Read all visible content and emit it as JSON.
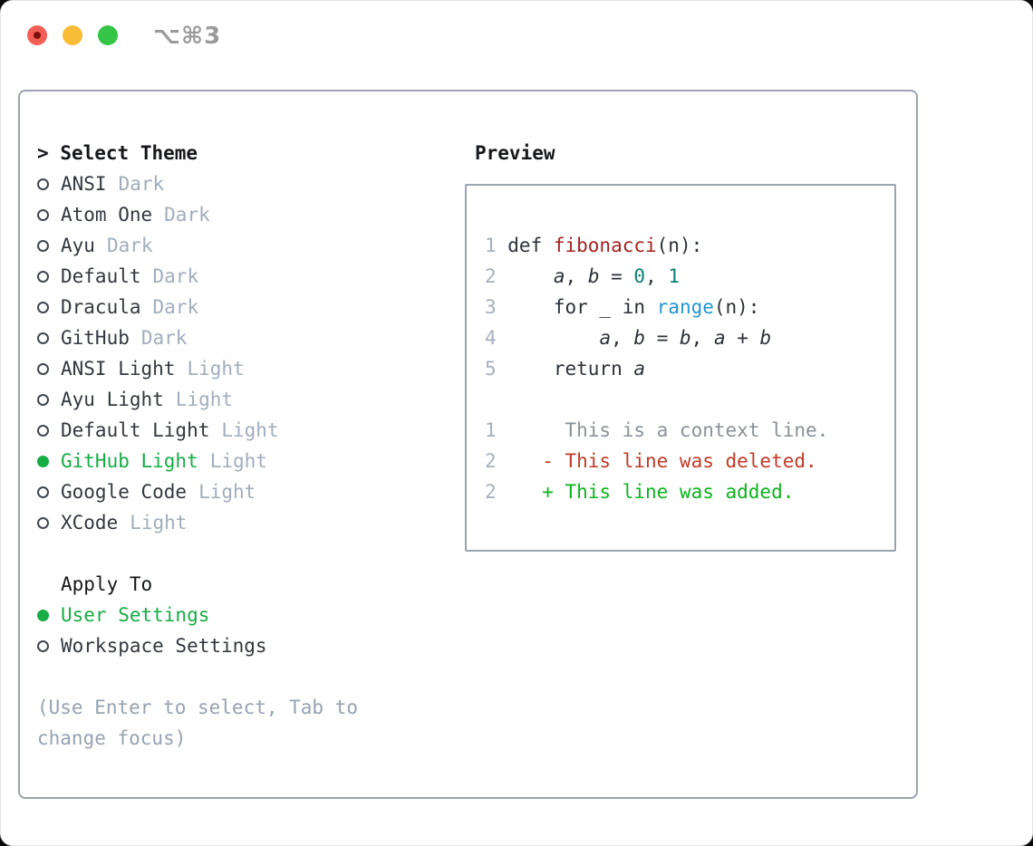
{
  "window": {
    "titlebar": {
      "shortcut_label": "⌥⌘3",
      "traffic_lights": [
        "close",
        "minimize",
        "maximize"
      ]
    }
  },
  "theme_picker": {
    "header": {
      "prefix": ">",
      "label": "Select Theme"
    },
    "items": [
      {
        "label": "ANSI",
        "tag": "Dark",
        "selected": false
      },
      {
        "label": "Atom One",
        "tag": "Dark",
        "selected": false
      },
      {
        "label": "Ayu",
        "tag": "Dark",
        "selected": false
      },
      {
        "label": "Default",
        "tag": "Dark",
        "selected": false
      },
      {
        "label": "Dracula",
        "tag": "Dark",
        "selected": false
      },
      {
        "label": "GitHub",
        "tag": "Dark",
        "selected": false
      },
      {
        "label": "ANSI Light",
        "tag": "Light",
        "selected": false
      },
      {
        "label": "Ayu Light",
        "tag": "Light",
        "selected": false
      },
      {
        "label": "Default Light",
        "tag": "Light",
        "selected": false
      },
      {
        "label": "GitHub Light",
        "tag": "Light",
        "selected": true
      },
      {
        "label": "Google Code",
        "tag": "Light",
        "selected": false
      },
      {
        "label": "XCode",
        "tag": "Light",
        "selected": false
      }
    ],
    "apply_to": {
      "label": "Apply To",
      "options": [
        {
          "label": "User Settings",
          "selected": true
        },
        {
          "label": "Workspace Settings",
          "selected": false
        }
      ]
    },
    "hint_line1": "(Use Enter to select, Tab to",
    "hint_line2": "change focus)"
  },
  "preview": {
    "title": "Preview",
    "code_lines": [
      {
        "num": "1",
        "tokens": [
          {
            "text": "def ",
            "style": "plain"
          },
          {
            "text": "fibonacci",
            "style": "func"
          },
          {
            "text": "(n):",
            "style": "plain"
          }
        ]
      },
      {
        "num": "2",
        "tokens": [
          {
            "text": "    ",
            "style": "plain"
          },
          {
            "text": "a",
            "style": "var"
          },
          {
            "text": ", ",
            "style": "plain"
          },
          {
            "text": "b",
            "style": "var"
          },
          {
            "text": " = ",
            "style": "plain"
          },
          {
            "text": "0",
            "style": "num"
          },
          {
            "text": ", ",
            "style": "plain"
          },
          {
            "text": "1",
            "style": "num"
          }
        ]
      },
      {
        "num": "3",
        "tokens": [
          {
            "text": "    for _ in ",
            "style": "plain"
          },
          {
            "text": "range",
            "style": "builtin"
          },
          {
            "text": "(n):",
            "style": "plain"
          }
        ]
      },
      {
        "num": "4",
        "tokens": [
          {
            "text": "        ",
            "style": "plain"
          },
          {
            "text": "a",
            "style": "var"
          },
          {
            "text": ", ",
            "style": "plain"
          },
          {
            "text": "b",
            "style": "var"
          },
          {
            "text": " = ",
            "style": "plain"
          },
          {
            "text": "b",
            "style": "var"
          },
          {
            "text": ", ",
            "style": "plain"
          },
          {
            "text": "a",
            "style": "var"
          },
          {
            "text": " + ",
            "style": "plain"
          },
          {
            "text": "b",
            "style": "var"
          }
        ]
      },
      {
        "num": "5",
        "tokens": [
          {
            "text": "    return ",
            "style": "plain"
          },
          {
            "text": "a",
            "style": "var"
          }
        ]
      },
      {
        "num": "",
        "tokens": []
      },
      {
        "num": "1",
        "tokens": [
          {
            "text": "     This is a context line.",
            "style": "context"
          }
        ]
      },
      {
        "num": "2",
        "tokens": [
          {
            "text": "   - This line was deleted.",
            "style": "deleted"
          }
        ]
      },
      {
        "num": "2",
        "tokens": [
          {
            "text": "   + This line was added.",
            "style": "added"
          }
        ]
      }
    ]
  },
  "colors": {
    "accent_green": "#17ad45",
    "diff_added": "#0cb41e",
    "diff_removed": "#c23a28",
    "func_red": "#a32220",
    "num_teal": "#0d7e74",
    "builtin_blue": "#2196d3",
    "text_dark": "#33383f",
    "heading_black": "#15171a",
    "tag_gray": "#a2adbb",
    "line_num": "#a6b0bd",
    "context_gray": "#8a9199",
    "hint_gray": "#97a2b0",
    "border_gray": "#9aa3af",
    "title_gray": "#9a9a9a",
    "light_close": "#f35f57",
    "light_close_dot": "#7e120d",
    "light_minimize": "#f8bc37",
    "light_maximize": "#35c648"
  }
}
